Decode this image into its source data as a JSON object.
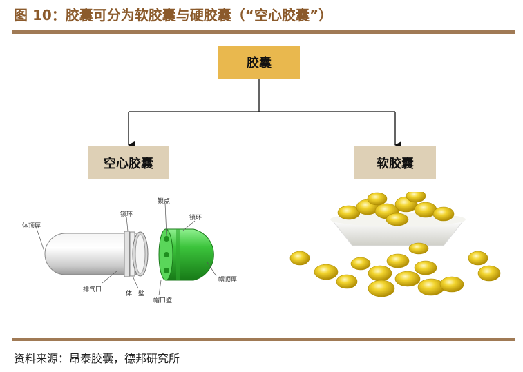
{
  "figure": {
    "title": "图 10：胶囊可分为软胶囊与硬胶囊（“空心胶囊”）",
    "source": "资料来源：昂泰胶囊，德邦研究所"
  },
  "tree": {
    "root": "胶囊",
    "left": "空心胶囊",
    "right": "软胶囊"
  },
  "capsule_labels": {
    "body_top_thickness": "体顶厚",
    "lock_ring_1": "锁环",
    "lock_point": "锁点",
    "lock_ring_2": "锁环",
    "vent": "排气口",
    "body_wall": "体口壁",
    "cap_wall": "帽口壁",
    "cap_top_thickness": "帽顶厚"
  },
  "colors": {
    "title": "#8B5A2B",
    "rule": "#A07A55",
    "root_box": "#E9B84E",
    "child_box": "#DED0B6",
    "cap_green": "#3CC43C",
    "softgel": "#E8C21A"
  }
}
